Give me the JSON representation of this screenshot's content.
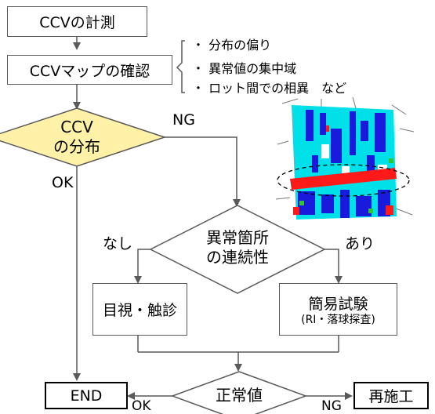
{
  "nodes": {
    "measure": "CCVの計測",
    "map_check": "CCVマップの確認",
    "ccv_dist_line1": "CCV",
    "ccv_dist_line2": "の分布",
    "continuity_line1": "異常箇所",
    "continuity_line2": "の連続性",
    "visual": "目視・触診",
    "simple_test": "簡易試験",
    "simple_test_sub": "(RI・落球探査)",
    "normal": "正常値",
    "end": "END",
    "redo": "再施工"
  },
  "edge_labels": {
    "ng_top": "NG",
    "ok_left": "OK",
    "nashi": "なし",
    "ari": "あり",
    "ok_bottom": "OK",
    "ng_bottom": "NG"
  },
  "notes": [
    "・ 分布の偏り",
    "・ 異常値の集中域",
    "・ ロット間での相異　など"
  ],
  "colors": {
    "diamond_fill": "#fff2a8",
    "map_cyan": "#00e0e8",
    "map_blue": "#1a1adc",
    "map_red": "#ff1a1a"
  }
}
